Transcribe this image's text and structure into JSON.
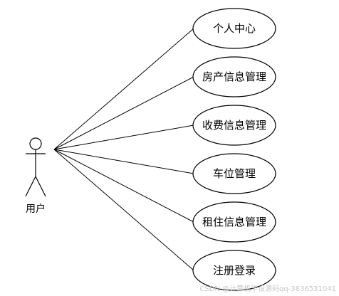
{
  "actor": {
    "label": "用户"
  },
  "use_cases": [
    {
      "id": "personal-center",
      "label": "个人中心"
    },
    {
      "id": "house-info",
      "label": "房产信息管理"
    },
    {
      "id": "fee-info",
      "label": "收费信息管理"
    },
    {
      "id": "parking",
      "label": "车位管理"
    },
    {
      "id": "rental-info",
      "label": "租住信息管理"
    },
    {
      "id": "register-login",
      "label": "注册登录"
    }
  ],
  "watermark": "CSDN @计算机毕设源码qq-3836531041",
  "colors": {
    "line": "#000000",
    "ellipse_fill": "#ffffff",
    "background": "#ffffff"
  }
}
